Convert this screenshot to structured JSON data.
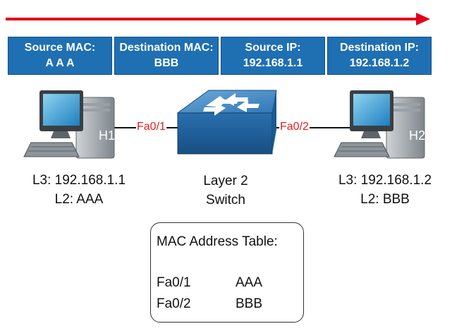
{
  "headers": [
    {
      "label": "Source MAC:",
      "value": "A A A"
    },
    {
      "label": "Destination MAC:",
      "value": "BBB"
    },
    {
      "label": "Source IP:",
      "value": "192.168.1.1"
    },
    {
      "label": "Destination IP:",
      "value": "192.168.1.2"
    }
  ],
  "arrow_color": "#e3001b",
  "header_color": "#1f6fb3",
  "hosts": {
    "h1": {
      "tag": "H1",
      "l3": "L3: 192.168.1.1",
      "l2": "L2: AAA",
      "port": "Fa0/1"
    },
    "h2": {
      "tag": "H2",
      "l3": "L3: 192.168.1.2",
      "l2": "L2: BBB",
      "port": "Fa0/2"
    }
  },
  "switch": {
    "line1": "Layer 2",
    "line2": "Switch"
  },
  "mac_table": {
    "title": "MAC Address Table:",
    "rows": [
      {
        "port": "Fa0/1",
        "mac": "AAA"
      },
      {
        "port": "Fa0/2",
        "mac": "BBB"
      }
    ]
  }
}
